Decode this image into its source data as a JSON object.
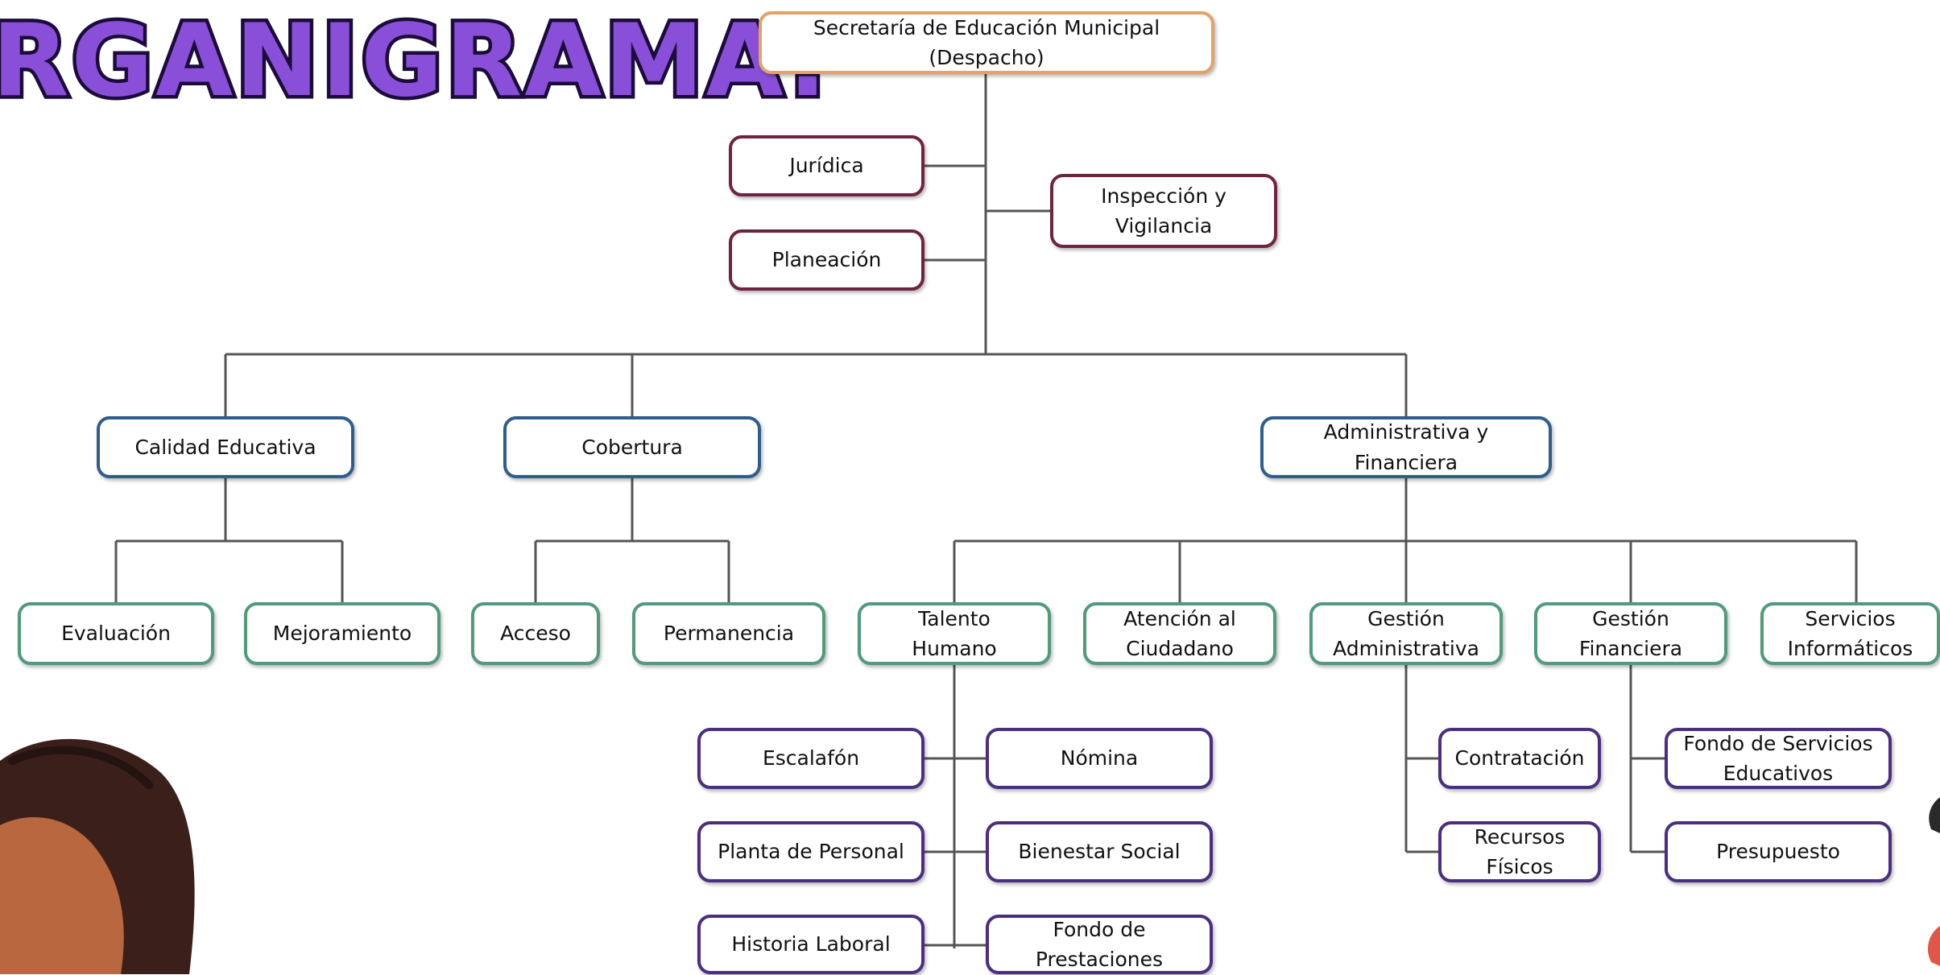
{
  "title": "RGANIGRAMA:",
  "nodes": {
    "top": "Secretaría de Educación Municipal\n(Despacho)",
    "juridica": "Jurídica",
    "planeacion": "Planeación",
    "inspeccion": "Inspección y\nVigilancia",
    "calidad": "Calidad Educativa",
    "cobertura": "Cobertura",
    "administrativa": "Administrativa y\nFinanciera",
    "evaluacion": "Evaluación",
    "mejoramiento": "Mejoramiento",
    "acceso": "Acceso",
    "permanencia": "Permanencia",
    "talento": "Talento\nHumano",
    "atencion": "Atención al\nCiudadano",
    "gestion_admin": "Gestión\nAdministrativa",
    "gestion_fin": "Gestión\nFinanciera",
    "servicios": "Servicios\nInformáticos",
    "escalafon": "Escalafón",
    "nomina": "Nómina",
    "planta": "Planta de Personal",
    "bienestar": "Bienestar Social",
    "historia": "Historia Laboral",
    "fondo_prest": "Fondo de\nPrestaciones",
    "contratacion": "Contratación",
    "recursos": "Recursos\nFísicos",
    "fondo_serv": "Fondo de Servicios\nEducativos",
    "presupuesto": "Presupuesto"
  },
  "colors": {
    "title_fill": "#8a4fd8",
    "title_outline": "#1b0c3a",
    "top_border": "#e2a366",
    "staff_border": "#6e2340",
    "director_border": "#2f5d8c",
    "unit_border": "#4f9b7c",
    "sub_border": "#4b2f7f",
    "connector": "#555555"
  },
  "decorations": {
    "left": "character-illustration",
    "right": "decorative-illustration"
  }
}
